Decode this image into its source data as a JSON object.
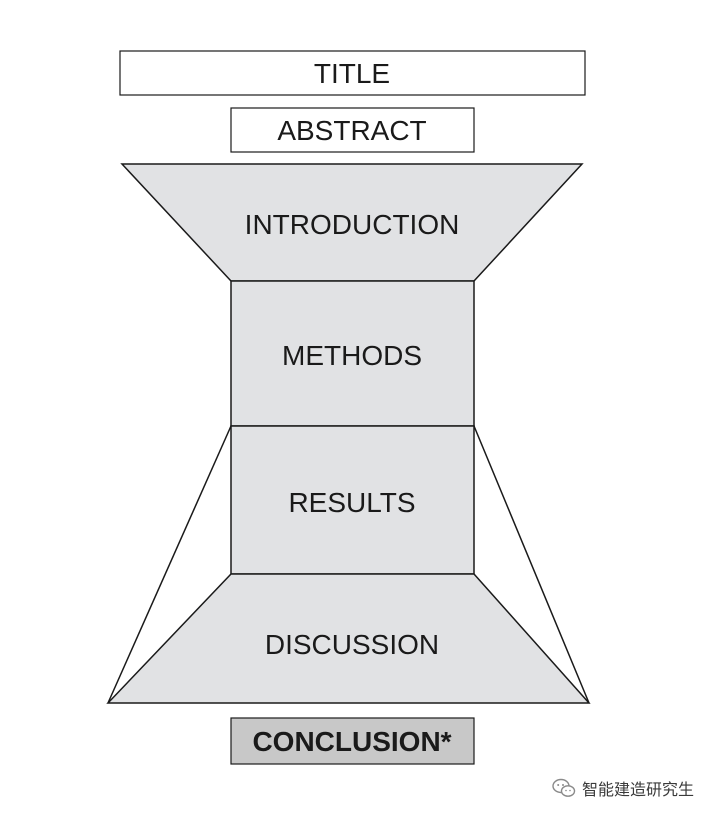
{
  "diagram": {
    "sections": {
      "title": "TITLE",
      "abstract": "ABSTRACT",
      "introduction": "INTRODUCTION",
      "methods": "METHODS",
      "results": "RESULTS",
      "discussion": "DISCUSSION",
      "conclusion": "CONCLUSION*"
    },
    "colors": {
      "shape_fill": "#e1e2e4",
      "conclusion_fill": "#c8c8c8",
      "outline": "#1a1a1a",
      "background": "#ffffff"
    }
  },
  "watermark": {
    "text": "智能建造研究生",
    "icon": "chat-bubbles-icon"
  }
}
